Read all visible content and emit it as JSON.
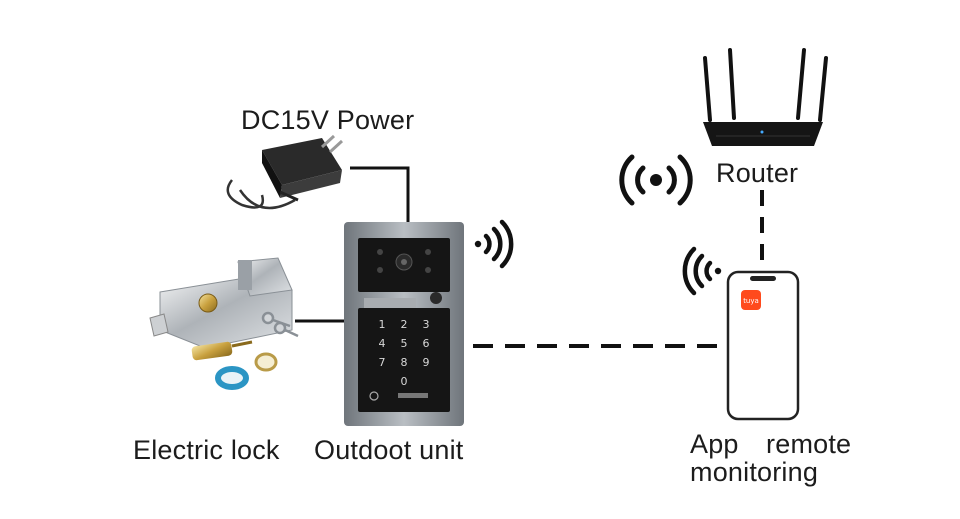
{
  "labels": {
    "power": "DC15V Power",
    "router": "Router",
    "electric_lock": "Electric lock",
    "outdoor_unit": "Outdoot unit",
    "app_line1": "App  remote",
    "app_line2": "monitoring"
  },
  "keypad_keys": [
    "1",
    "2",
    "3",
    "4",
    "5",
    "6",
    "7",
    "8",
    "9",
    "0"
  ],
  "phone_app_label": "tuya",
  "colors": {
    "line": "#111111",
    "wifi": "#111111",
    "tuya": "#ff4a1c",
    "panel_frame": "#8e949a",
    "panel_face": "#151515"
  }
}
